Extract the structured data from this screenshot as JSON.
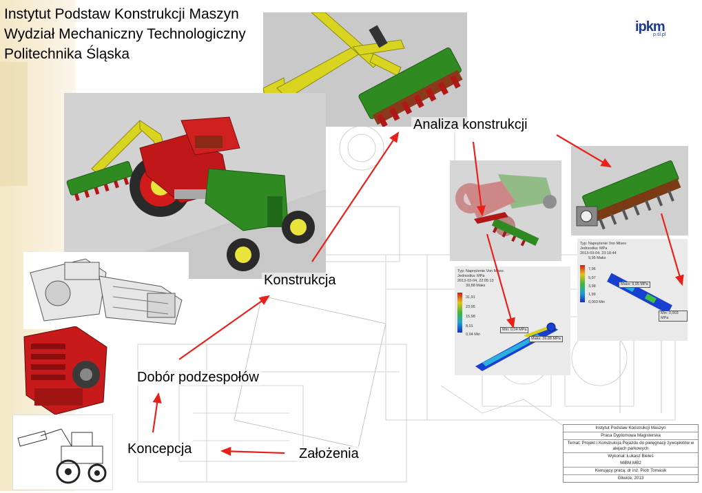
{
  "header": {
    "line1": "Instytut Podstaw Konstrukcji Maszyn",
    "line2": "Wydział Mechaniczny Technologiczny",
    "line3": "Politechnika Śląska"
  },
  "logo": {
    "text": "ipkm",
    "sub": "p.śl.pl"
  },
  "stages": {
    "analiza": "Analiza konstrukcji",
    "konstrukcja": "Konstrukcja",
    "dobor": "Dobór podzespołów",
    "koncepcja": "Koncepcja",
    "zalozenia": "Założenia"
  },
  "fem1": {
    "type": "Typ: Naprężenie Von Mises",
    "unit": "Jednostka: MPa",
    "date": "2013-03-04, 22:05:13",
    "max": "39,88 Maks",
    "ticks": [
      "31,91",
      "23,95",
      "15,98",
      "8,01",
      "0,04 Min"
    ],
    "tag_min": "Min: 0,04 MPa",
    "tag_max": "Maks: 39,88 MPa"
  },
  "fem2": {
    "type": "Typ: Naprężenie Von Mises",
    "unit": "Jednostka: MPa",
    "date": "2013-03-04, 23:18:44",
    "max": "9,95 Maks",
    "ticks": [
      "7,96",
      "5,97",
      "3,98",
      "1,99",
      "0,003 Min"
    ],
    "tag_max": "Maks: 9,95 MPa",
    "tag_min": "Min: 0,003 MPa"
  },
  "titleblock": {
    "r1": "Instytut Podstaw Konstrukcji Maszyn",
    "r2": "Praca Dyplomowa Magisterska",
    "r3": "Temat: Projekt i Konstrukcja Pojazdu do pielęgnacji żywopłotów w alejach parkowych",
    "r4": "Wykonał: Łukasz Bieleś",
    "r5": "MiBM MB2",
    "r6": "Kierujący pracą: dr inż. Piotr Tomasik",
    "r7": "Gliwice, 2013"
  },
  "colors": {
    "arrow": "#e8201a",
    "tractor_green": "#2f8a22",
    "tractor_red": "#c01818",
    "boom_yellow": "#d9d420"
  }
}
